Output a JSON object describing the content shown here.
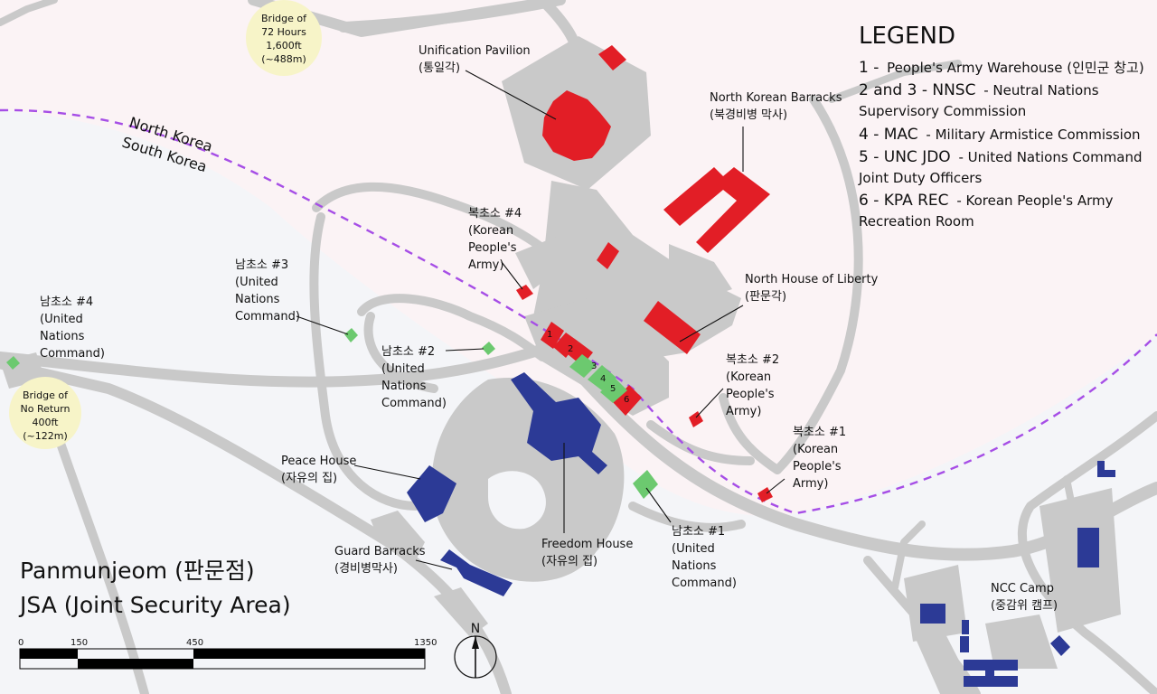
{
  "colors": {
    "north_bg": "#fbf3f5",
    "south_bg": "#f4f5f8",
    "road": "#c9c9c9",
    "north_korean_buildings": "#e21e26",
    "un_posts": "#6cc96f",
    "south_korean_buildings": "#2c3a96",
    "border_line": "#a64ee6",
    "bridge_circle": "#f7f4c8"
  },
  "title": {
    "line1": "Panmunjeom (판문점)",
    "line2": "JSA (Joint Security Area)"
  },
  "border": {
    "north_label": "North Korea",
    "south_label": "South Korea"
  },
  "legend": {
    "title": "LEGEND",
    "entries": [
      {
        "key": "1 -",
        "line1": "People's Army Warehouse (인민군 창고)",
        "line2": ""
      },
      {
        "key": "2 and 3 - NNSC",
        "line1": "- Neutral Nations",
        "line2": "Supervisory Commission"
      },
      {
        "key": "4 - MAC",
        "line1": "- Military Armistice Commission",
        "line2": ""
      },
      {
        "key": "5 - UNC JDO",
        "line1": "- United Nations Command",
        "line2": "Joint Duty Officers"
      },
      {
        "key": "6 - KPA REC",
        "line1": "- Korean People's Army",
        "line2": "Recreation Room"
      }
    ]
  },
  "bridges": {
    "seventy_two": {
      "l1": "Bridge of",
      "l2": "72 Hours",
      "l3": "1,600ft",
      "l4": "(~488m)"
    },
    "no_return": {
      "l1": "Bridge of",
      "l2": "No Return",
      "l3": "400ft",
      "l4": "(~122m)"
    }
  },
  "labels": {
    "unification_pavilion": {
      "l1": "Unification Pavilion",
      "l2": "(통일각)"
    },
    "nk_barracks": {
      "l1": "North Korean Barracks",
      "l2": "(북경비병 막사)"
    },
    "north_house": {
      "l1": "North House of Liberty",
      "l2": "(판문각)"
    },
    "kpa4": {
      "l1": "복초소 #4",
      "l2": "(Korean",
      "l3": "People's",
      "l4": "Army)"
    },
    "kpa2": {
      "l1": "복초소 #2",
      "l2": "(Korean",
      "l3": "People's",
      "l4": "Army)"
    },
    "kpa1": {
      "l1": "복초소 #1",
      "l2": "(Korean",
      "l3": "People's",
      "l4": "Army)"
    },
    "unc3": {
      "l1": "남초소 #3",
      "l2": "(United",
      "l3": "Nations",
      "l4": "Command)"
    },
    "unc2": {
      "l1": "남초소 #2",
      "l2": "(United",
      "l3": "Nations",
      "l4": "Command)"
    },
    "unc4": {
      "l1": "남초소 #4",
      "l2": "(United",
      "l3": "Nations",
      "l4": "Command)"
    },
    "unc1": {
      "l1": "남초소 #1",
      "l2": "(United",
      "l3": "Nations",
      "l4": "Command)"
    },
    "peace_house": {
      "l1": "Peace House",
      "l2": "(자유의 집)"
    },
    "freedom_house": {
      "l1": "Freedom House",
      "l2": "(자유의 집)"
    },
    "guard_barracks": {
      "l1": "Guard Barracks",
      "l2": "(경비병막사)"
    },
    "ncc_camp": {
      "l1": "NCC Camp",
      "l2": "(중감위 캠프)"
    }
  },
  "building_numbers": [
    "1",
    "2",
    "3",
    "4",
    "5",
    "6"
  ],
  "scale_bar": {
    "ticks": [
      "0",
      "150",
      "450",
      "1350"
    ]
  },
  "compass": {
    "label": "N"
  }
}
